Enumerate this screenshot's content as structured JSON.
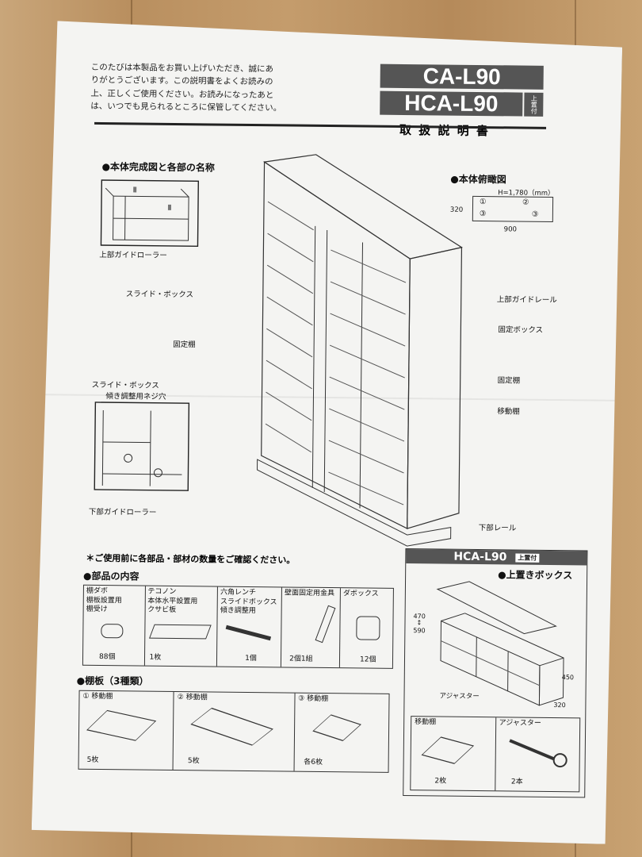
{
  "intro": {
    "line1": "このたびは本製品をお買い上げいただき、誠にあ",
    "line2": "りがとうございます。この説明書をよくお読みの",
    "line3": "上、正しくご使用ください。お読みになったあと",
    "line4": "は、いつでも見られるところに保管してください。"
  },
  "header": {
    "model1": "CA-L90",
    "model2": "HCA-L90",
    "model2_tag": "上置付",
    "doc_title": "取 扱 説 明 書"
  },
  "parts_section": {
    "title": "●本体完成図と各部の名称",
    "labels": {
      "upper_guide_roller": "上部ガイドローラー",
      "slide_box": "スライド・ボックス",
      "fixed_shelf_left": "固定棚",
      "slide_box_screw_line1": "スライド・ボックス",
      "slide_box_screw_line2": "傾き調整用ネジ穴",
      "lower_guide_roller": "下部ガイドローラー",
      "upper_guide_rail": "上部ガイドレール",
      "fixed_box": "固定ボックス",
      "fixed_shelf_right": "固定棚",
      "moving_shelf": "移動棚",
      "lower_rail": "下部レール"
    }
  },
  "top_view": {
    "title": "●本体俯瞰図",
    "height_note": "H=1,780（mm）",
    "depth": "320",
    "width": "900",
    "c1": "①",
    "c2": "②",
    "c3a": "③",
    "c3b": "③"
  },
  "check_note": "＊ご使用前に各部品・部材の数量をご確認ください。",
  "contents": {
    "title": "●部品の内容",
    "items": [
      {
        "name": "棚ダボ",
        "desc1": "棚板設置用",
        "desc2": "棚受け",
        "qty": "88個"
      },
      {
        "name": "テコノン",
        "desc1": "本体水平設置用",
        "desc2": "クサビ板",
        "qty": "1枚"
      },
      {
        "name": "六角レンチ",
        "desc1": "スライドボックス",
        "desc2": "傾き調整用",
        "qty": "1個"
      },
      {
        "name": "壁面固定用金具",
        "desc1": "",
        "desc2": "",
        "qty": "2個1組"
      },
      {
        "name": "ダボックス",
        "desc1": "",
        "desc2": "",
        "qty": "12個"
      }
    ]
  },
  "shelves": {
    "title": "●棚板（3種類）",
    "items": [
      {
        "label": "① 移動棚",
        "qty": "5枚"
      },
      {
        "label": "② 移動棚",
        "qty": "5枚"
      },
      {
        "label": "③ 移動棚",
        "qty": "各6枚"
      }
    ]
  },
  "top_box": {
    "header": "HCA-L90",
    "header_tag": "上置付",
    "title": "●上置きボックス",
    "dim_h1": "470",
    "dim_arrow": "↕",
    "dim_h2": "590",
    "dim_450": "450",
    "dim_320": "320",
    "adjuster_label": "アジャスター",
    "sub1_title": "移動棚",
    "sub1_qty": "2枚",
    "sub2_title": "アジャスター",
    "sub2_qty": "2本"
  },
  "colors": {
    "paper": "#f4f4f2",
    "title_box": "#555555",
    "ink": "#222222"
  }
}
